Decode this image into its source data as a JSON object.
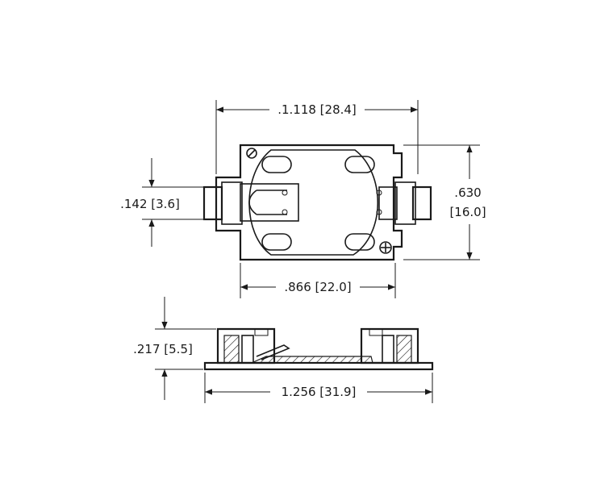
{
  "dimensions": {
    "top_width": ".1.118 [28.4]",
    "top_height_line1": ".630",
    "top_height_line2": "[16.0]",
    "contact_height": ".142 [3.6]",
    "inner_width": ".866 [22.0]",
    "side_height": ".217 [5.5]",
    "side_width": "1.256 [31.9]"
  },
  "colors": {
    "line": "#1a1a1a",
    "background": "#ffffff"
  }
}
